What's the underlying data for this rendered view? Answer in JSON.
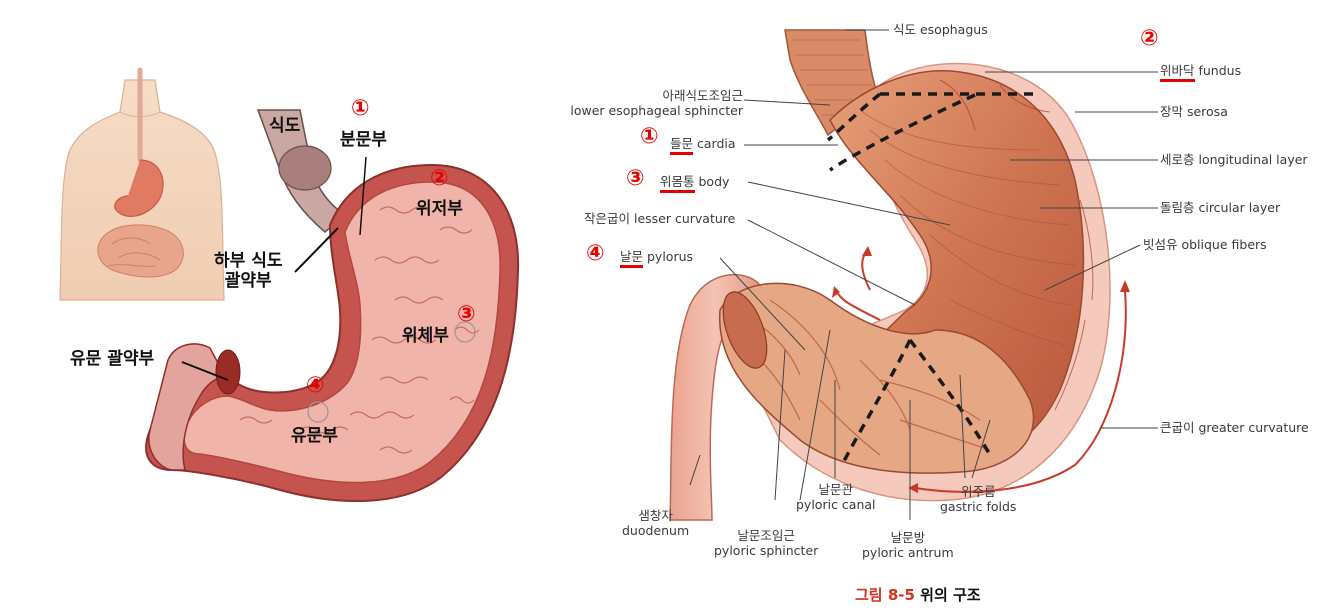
{
  "left_labels": {
    "esophagus": "식도",
    "cardia": "분문부",
    "fundus": "위저부",
    "lower_sphincter": "하부 식도\n괄약부",
    "body": "위체부",
    "pyloric_sphincter": "유문 괄약부",
    "pylorus": "유문부"
  },
  "markers": {
    "cardia": "①",
    "fundus": "②",
    "body": "③",
    "pylorus": "④"
  },
  "right_labels": {
    "esophagus": "식도 esophagus",
    "fundus_ko": "위바닥",
    "fundus_en": " fundus",
    "les": "아래식도조임근\nlower esophageal sphincter",
    "serosa": "장막 serosa",
    "cardia_ko": "들문",
    "cardia_en": " cardia",
    "longitudinal": "세로층 longitudinal layer",
    "body_ko": "위몸통",
    "body_en": " body",
    "circular": "돌림층 circular layer",
    "lesser": "작은굽이 lesser curvature",
    "oblique": "빗섬유 oblique fibers",
    "pylorus_ko": "날문",
    "pylorus_en": " pylorus",
    "greater": "큰굽이 greater curvature",
    "duodenum": "샘창자\nduodenum",
    "pyloric_sphincter": "날문조임근\npyloric sphincter",
    "pyloric_canal": "날문관\npyloric canal",
    "pyloric_antrum": "날문방\npyloric antrum",
    "gastric_folds": "위주름\ngastric folds"
  },
  "caption": {
    "figure": "그림 8-5",
    "title": " 위의 구조"
  },
  "colors": {
    "marker": "#e60000",
    "stomach_outer": "#c7544d",
    "stomach_inner": "#f2b7ae",
    "muscle": "#c96a47",
    "caption_accent": "#d4301c"
  }
}
